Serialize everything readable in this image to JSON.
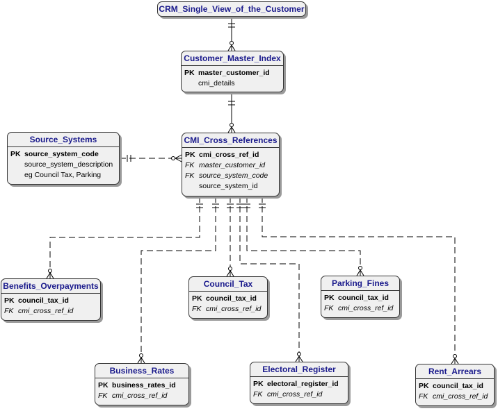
{
  "title_entity": {
    "name": "CRM_Single_View_of_the_Customer"
  },
  "entities": {
    "customer_master_index": {
      "name": "Customer_Master_Index",
      "attributes": [
        {
          "key": "PK",
          "name": "master_customer_id"
        },
        {
          "key": "",
          "name": "cmi_details"
        }
      ]
    },
    "source_systems": {
      "name": "Source_Systems",
      "attributes": [
        {
          "key": "PK",
          "name": "source_system_code"
        },
        {
          "key": "",
          "name": "source_system_description"
        },
        {
          "key": "",
          "name": "eg Council Tax, Parking"
        }
      ]
    },
    "cmi_cross_references": {
      "name": "CMI_Cross_References",
      "attributes": [
        {
          "key": "PK",
          "name": "cmi_cross_ref_id"
        },
        {
          "key": "FK",
          "name": "master_customer_id"
        },
        {
          "key": "FK",
          "name": "source_system_code"
        },
        {
          "key": "",
          "name": "source_system_id"
        }
      ]
    },
    "benefits_overpayments": {
      "name": "Benefits_Overpayments",
      "attributes": [
        {
          "key": "PK",
          "name": "council_tax_id"
        },
        {
          "key": "FK",
          "name": "cmi_cross_ref_id"
        }
      ]
    },
    "council_tax": {
      "name": "Council_Tax",
      "attributes": [
        {
          "key": "PK",
          "name": "council_tax_id"
        },
        {
          "key": "FK",
          "name": "cmi_cross_ref_id"
        }
      ]
    },
    "parking_fines": {
      "name": "Parking_Fines",
      "attributes": [
        {
          "key": "PK",
          "name": "council_tax_id"
        },
        {
          "key": "FK",
          "name": "cmi_cross_ref_id"
        }
      ]
    },
    "business_rates": {
      "name": "Business_Rates",
      "attributes": [
        {
          "key": "PK",
          "name": "business_rates_id"
        },
        {
          "key": "FK",
          "name": "cmi_cross_ref_id"
        }
      ]
    },
    "electoral_register": {
      "name": "Electoral_Register",
      "attributes": [
        {
          "key": "PK",
          "name": "electoral_register_id"
        },
        {
          "key": "FK",
          "name": "cmi_cross_ref_id"
        }
      ]
    },
    "rent_arrears": {
      "name": "Rent_Arrears",
      "attributes": [
        {
          "key": "PK",
          "name": "council_tax_id"
        },
        {
          "key": "FK",
          "name": "cmi_cross_ref_id"
        }
      ]
    }
  },
  "relationships": [
    {
      "from": "title_entity",
      "to": "customer_master_index",
      "from_end": "one",
      "to_end": "zero-or-many"
    },
    {
      "from": "customer_master_index",
      "to": "cmi_cross_references",
      "from_end": "one",
      "to_end": "zero-or-many"
    },
    {
      "from": "source_systems",
      "to": "cmi_cross_references",
      "from_end": "one",
      "to_end": "zero-or-many"
    },
    {
      "from": "cmi_cross_references",
      "to": "benefits_overpayments",
      "from_end": "one",
      "to_end": "zero-or-many"
    },
    {
      "from": "cmi_cross_references",
      "to": "business_rates",
      "from_end": "one",
      "to_end": "zero-or-many"
    },
    {
      "from": "cmi_cross_references",
      "to": "council_tax",
      "from_end": "one",
      "to_end": "zero-or-many"
    },
    {
      "from": "cmi_cross_references",
      "to": "electoral_register",
      "from_end": "one",
      "to_end": "zero-or-many"
    },
    {
      "from": "cmi_cross_references",
      "to": "parking_fines",
      "from_end": "one",
      "to_end": "zero-or-many"
    },
    {
      "from": "cmi_cross_references",
      "to": "rent_arrears",
      "from_end": "one",
      "to_end": "zero-or-many"
    }
  ],
  "colors": {
    "entity_title": "#1a1a8c",
    "entity_fill": "#f0f0f0",
    "border": "#333333",
    "shadow": "#9a9a9a",
    "line": "#000000"
  }
}
